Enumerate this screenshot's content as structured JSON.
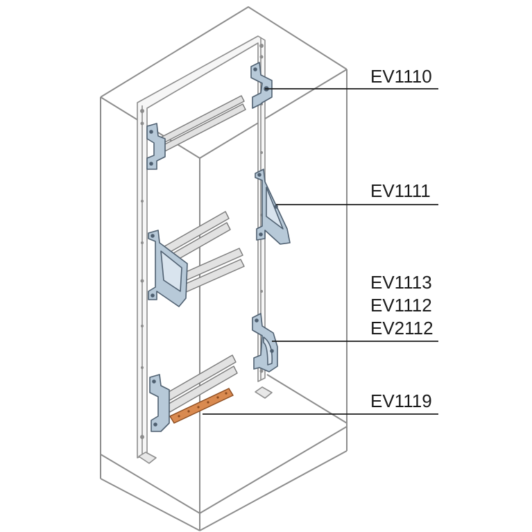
{
  "labels": {
    "ev1110": "EV1110",
    "ev1111": "EV1111",
    "ev1113": "EV1113",
    "ev1112": "EV1112",
    "ev2112": "EV2112",
    "ev1119": "EV1119"
  },
  "colors": {
    "outline": "#8c8c8c",
    "panel": "#f6f6f6",
    "bracket_fill": "#b7c9d8",
    "bracket_stroke": "#4e5f70",
    "rail_fill": "#e2e2e2",
    "busbar_fill": "#d98a50",
    "busbar_stroke": "#8a4a1e",
    "leader": "#1a1a1a"
  }
}
